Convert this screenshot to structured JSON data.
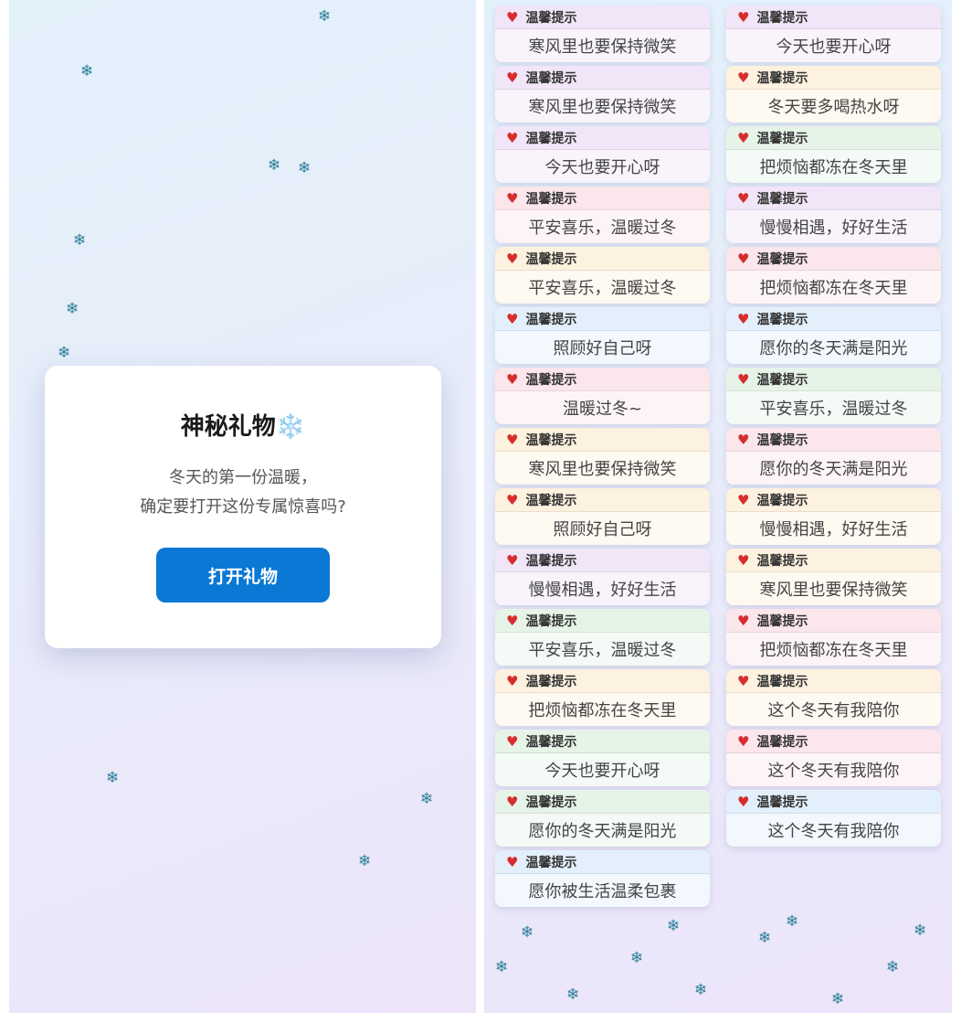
{
  "modal": {
    "title": "神秘礼物",
    "title_icon": "❄️",
    "line1": "冬天的第一份温暖，",
    "line2": "确定要打开这份专属惊喜吗?",
    "button": "打开礼物"
  },
  "snow_icon": "❄",
  "card_header": "温馨提示",
  "themes": {
    "purple": "#f1e6f8",
    "green": "#e6f4e8",
    "yellow": "#fdf1df",
    "pink": "#fbe6ec",
    "blue": "#e3f0fb"
  },
  "cards": [
    {
      "message": "寒风里也要保持微笑",
      "theme": "purple"
    },
    {
      "message": "今天也要开心呀",
      "theme": "purple"
    },
    {
      "message": "寒风里也要保持微笑",
      "theme": "purple"
    },
    {
      "message": "冬天要多喝热水呀",
      "theme": "yellow"
    },
    {
      "message": "今天也要开心呀",
      "theme": "purple"
    },
    {
      "message": "把烦恼都冻在冬天里",
      "theme": "green"
    },
    {
      "message": "平安喜乐，温暖过冬",
      "theme": "pink"
    },
    {
      "message": "慢慢相遇，好好生活",
      "theme": "purple"
    },
    {
      "message": "平安喜乐，温暖过冬",
      "theme": "yellow"
    },
    {
      "message": "把烦恼都冻在冬天里",
      "theme": "pink"
    },
    {
      "message": "照顾好自己呀",
      "theme": "blue"
    },
    {
      "message": "愿你的冬天满是阳光",
      "theme": "blue"
    },
    {
      "message": "温暖过冬~",
      "theme": "pink"
    },
    {
      "message": "平安喜乐，温暖过冬",
      "theme": "green"
    },
    {
      "message": "寒风里也要保持微笑",
      "theme": "yellow"
    },
    {
      "message": "愿你的冬天满是阳光",
      "theme": "pink"
    },
    {
      "message": "照顾好自己呀",
      "theme": "yellow"
    },
    {
      "message": "慢慢相遇，好好生活",
      "theme": "yellow"
    },
    {
      "message": "慢慢相遇，好好生活",
      "theme": "purple"
    },
    {
      "message": "寒风里也要保持微笑",
      "theme": "yellow"
    },
    {
      "message": "平安喜乐，温暖过冬",
      "theme": "green"
    },
    {
      "message": "把烦恼都冻在冬天里",
      "theme": "pink"
    },
    {
      "message": "把烦恼都冻在冬天里",
      "theme": "yellow"
    },
    {
      "message": "这个冬天有我陪你",
      "theme": "yellow"
    },
    {
      "message": "今天也要开心呀",
      "theme": "green"
    },
    {
      "message": "这个冬天有我陪你",
      "theme": "pink"
    },
    {
      "message": "愿你的冬天满是阳光",
      "theme": "green"
    },
    {
      "message": "这个冬天有我陪你",
      "theme": "blue"
    },
    {
      "message": "愿你被生活温柔包裹",
      "theme": "blue"
    }
  ]
}
